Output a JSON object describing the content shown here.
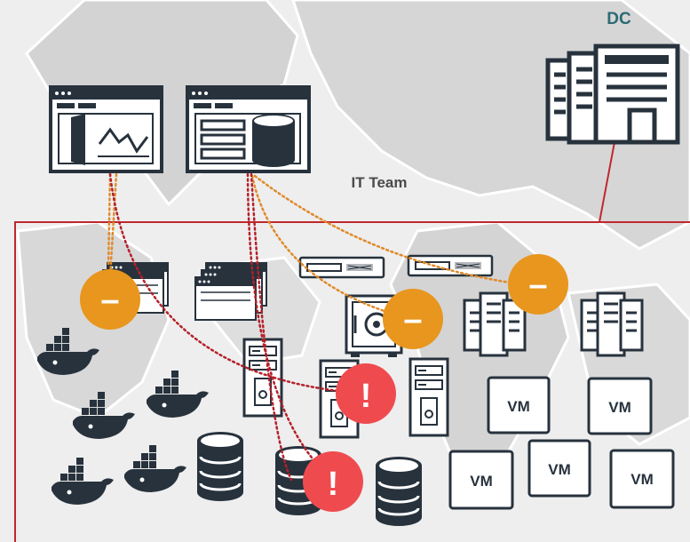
{
  "labels": {
    "dc": "DC",
    "it_team": "IT Team",
    "vm": "VM"
  },
  "status_marks": {
    "warning": "–",
    "alert": "!"
  },
  "colors": {
    "border": "#c0272d",
    "warning": "#e8961e",
    "alert": "#ef4b4f",
    "icon": "#27323d",
    "dc_label": "#2c6b73",
    "warning_line": "#e08a2a",
    "alert_line": "#b5202a"
  }
}
